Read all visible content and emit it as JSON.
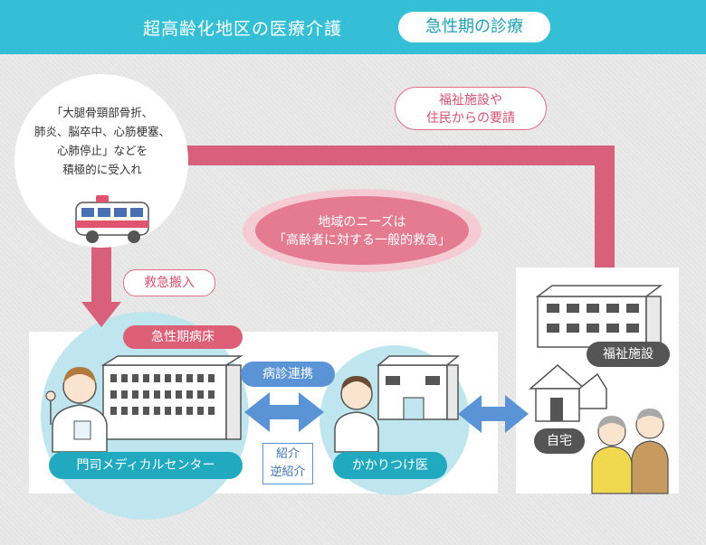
{
  "header": {
    "title": "超高齢化地区の医療介護",
    "badge": "急性期の診療"
  },
  "circle_text": {
    "line1": "「大腿骨頸部骨折、",
    "line2": "肺炎、脳卒中、心筋梗塞、",
    "line3": "心肺停止」などを",
    "line4": "積極的に受入れ"
  },
  "labels": {
    "request": [
      "福祉施設や",
      "住民からの要請"
    ],
    "needs": [
      "地域のニーズは",
      "「高齢者に対する一般的救急」"
    ],
    "emergency_transport": "救急搬入",
    "acute_ward": "急性期病床",
    "hospital_collab": "病診連携",
    "referral": [
      "紹介",
      "逆紹介"
    ],
    "monji_medical": "門司メディカルセンター",
    "family_doctor": "かかりつけ医",
    "welfare_facility": "福祉施設",
    "home": "自宅"
  },
  "colors": {
    "header": "#35bfd6",
    "pink": "#dc5f77",
    "arrow_pink": "#d9607a",
    "teal": "#21a9bf",
    "blue_arrow": "#5b94d6",
    "light_teal": "#b9e4ec"
  }
}
